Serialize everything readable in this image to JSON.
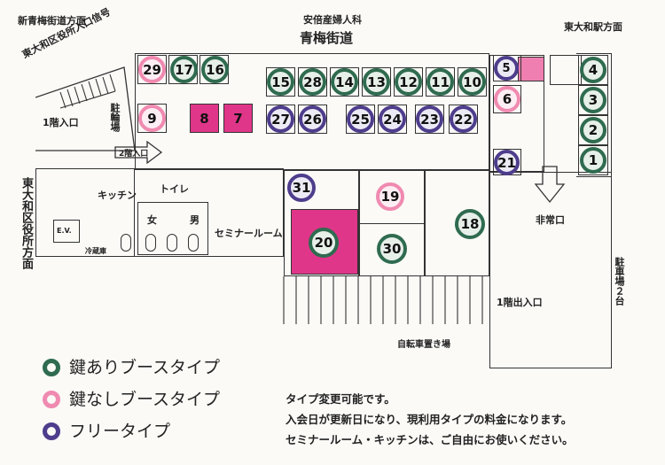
{
  "labels": {
    "top_left": "新青梅街道方面",
    "top_center_small": "安倍産婦人科",
    "top_center_big": "青梅街道",
    "top_right": "東大和駅方面",
    "signal": "東大和区役所入口信号",
    "entrance_1f_left": "1階入口",
    "bike_park_small": "駐輪場",
    "to_2f": "2階入口",
    "city_hall": "東大和区役所方面",
    "kitchen": "キッチン",
    "toilet": "トイレ",
    "ev": "E.V.",
    "fridge": "冷蔵庫",
    "female": "女",
    "male": "男",
    "seminar": "セミナールーム",
    "emergency": "非常口",
    "exit_1f": "1階出入口",
    "bicycle_lot": "自転車置き場",
    "parking": "駐車場２台"
  },
  "booths": [
    {
      "num": "29",
      "type": "pink"
    },
    {
      "num": "17",
      "type": "green"
    },
    {
      "num": "16",
      "type": "green"
    },
    {
      "num": "9",
      "type": "pink"
    },
    {
      "num": "8",
      "type": "pinkfill"
    },
    {
      "num": "7",
      "type": "pinkfill"
    },
    {
      "num": "15",
      "type": "green"
    },
    {
      "num": "28",
      "type": "green"
    },
    {
      "num": "14",
      "type": "green"
    },
    {
      "num": "13",
      "type": "green"
    },
    {
      "num": "12",
      "type": "green"
    },
    {
      "num": "11",
      "type": "green"
    },
    {
      "num": "10",
      "type": "green"
    },
    {
      "num": "27",
      "type": "purple"
    },
    {
      "num": "26",
      "type": "purple"
    },
    {
      "num": "25",
      "type": "purple"
    },
    {
      "num": "24",
      "type": "purple"
    },
    {
      "num": "23",
      "type": "purple"
    },
    {
      "num": "22",
      "type": "purple"
    },
    {
      "num": "5",
      "type": "purple"
    },
    {
      "num": "6",
      "type": "pink"
    },
    {
      "num": "4",
      "type": "green"
    },
    {
      "num": "3",
      "type": "green"
    },
    {
      "num": "2",
      "type": "green"
    },
    {
      "num": "1",
      "type": "green"
    },
    {
      "num": "21",
      "type": "purple"
    },
    {
      "num": "31",
      "type": "purple"
    },
    {
      "num": "19",
      "type": "pink"
    },
    {
      "num": "20",
      "type": "pinkfill"
    },
    {
      "num": "30",
      "type": "green"
    },
    {
      "num": "18",
      "type": "green"
    }
  ],
  "legend": [
    {
      "text": "鍵ありブースタイプ",
      "color": "#2f6b4f"
    },
    {
      "text": "鍵なしブースタイプ",
      "color": "#f08ab0"
    },
    {
      "text": "フリータイプ",
      "color": "#4e3d8c"
    }
  ],
  "notes": [
    "タイプ変更可能です。",
    "入会日が更新日になり、現利用タイプの料金になります。",
    "セミナールーム・キッチンは、ご自由にお使いください。"
  ]
}
